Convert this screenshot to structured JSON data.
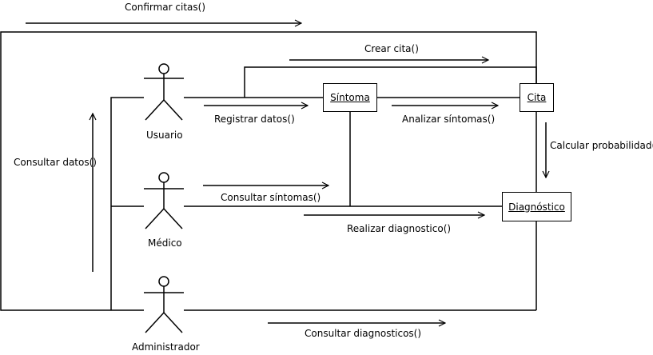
{
  "colors": {
    "stroke": "#000000",
    "background": "#ffffff"
  },
  "actors": {
    "usuario": {
      "label": "Usuario",
      "icon": "stick-figure-icon"
    },
    "medico": {
      "label": "Médico",
      "icon": "stick-figure-icon"
    },
    "administrador": {
      "label": "Administrador",
      "icon": "stick-figure-icon"
    }
  },
  "objects": {
    "sintoma": "Síntoma",
    "cita": "Cita",
    "diagnostico": "Diagnóstico"
  },
  "messages": {
    "confirmar_citas": "Confirmar citas()",
    "crear_cita": "Crear cita()",
    "registrar_datos": "Registrar datos()",
    "analizar_sintomas": "Analizar síntomas()",
    "calcular_probabilidad": "Calcular probabilidad()",
    "consultar_datos": "Consultar datos()",
    "consultar_sintomas": "Consultar síntomas()",
    "realizar_diagnostico": "Realizar diagnostico()",
    "consultar_diagnosticos": "Consultar diagnosticos()"
  }
}
